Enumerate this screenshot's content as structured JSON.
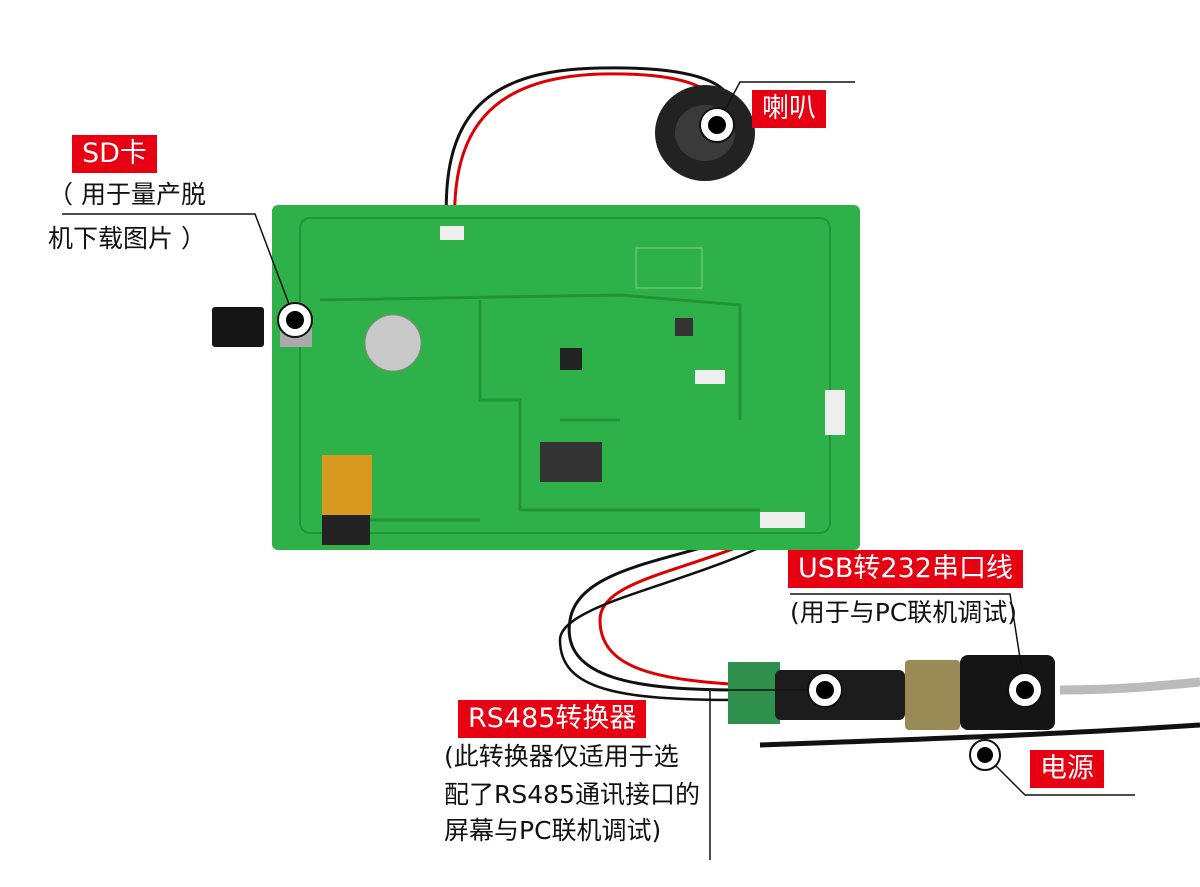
{
  "callouts": {
    "speaker": {
      "label": "喇叭"
    },
    "sd_card": {
      "label": "SD卡",
      "note_lines": [
        "（ 用于量产脱",
        "机下载图片 ）"
      ]
    },
    "usb_cable": {
      "label": "USB转232串口线",
      "note_lines": [
        "(用于与PC联机调试)"
      ]
    },
    "rs485": {
      "label": "RS485转换器",
      "note_lines": [
        "(此转换器仅适用于选",
        "配了RS485通讯接口的",
        "屏幕与PC联机调试)"
      ]
    },
    "power": {
      "label": "电源"
    }
  },
  "colors": {
    "label_bg": "#e60012",
    "pcb": "#2fb14a"
  }
}
